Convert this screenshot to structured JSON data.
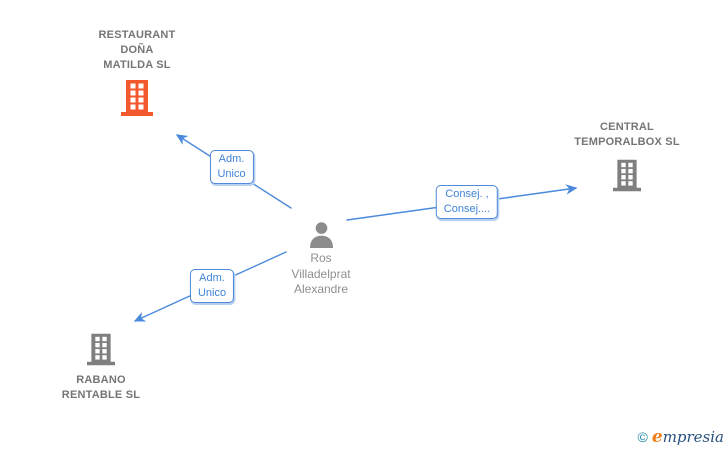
{
  "diagram": {
    "person": {
      "name": "Ros\nVilladelprat\nAlexandre"
    },
    "companies": [
      {
        "id": "restaurant",
        "name": "RESTAURANT\nDOÑA\nMATILDA SL",
        "highlighted": true
      },
      {
        "id": "central",
        "name": "CENTRAL\nTEMPORALBOX SL",
        "highlighted": false
      },
      {
        "id": "rabano",
        "name": "RABANO\nRENTABLE SL",
        "highlighted": false
      }
    ],
    "edges": [
      {
        "from": "person",
        "to": "restaurant",
        "label": "Adm.\nUnico"
      },
      {
        "from": "person",
        "to": "central",
        "label": "Consej. ,\nConsej...."
      },
      {
        "from": "person",
        "to": "rabano",
        "label": "Adm.\nUnico"
      }
    ]
  },
  "watermark": {
    "copyright_symbol": "©",
    "brand_initial": "e",
    "brand_rest": "mpresia"
  },
  "colors": {
    "edge_blue": "#4a89dc",
    "edge_label_border": "#5089d9",
    "edge_label_text": "#4183d7",
    "company_text": "#757575",
    "person_text": "#8f8f8f",
    "highlighted_company_icon": "#f4582d",
    "company_icon": "#7f7f7f",
    "person_icon": "#8c8c8c",
    "watermark_teal": "#1f86a8",
    "watermark_orange": "#ef7d1a",
    "watermark_navy": "#27517e"
  }
}
